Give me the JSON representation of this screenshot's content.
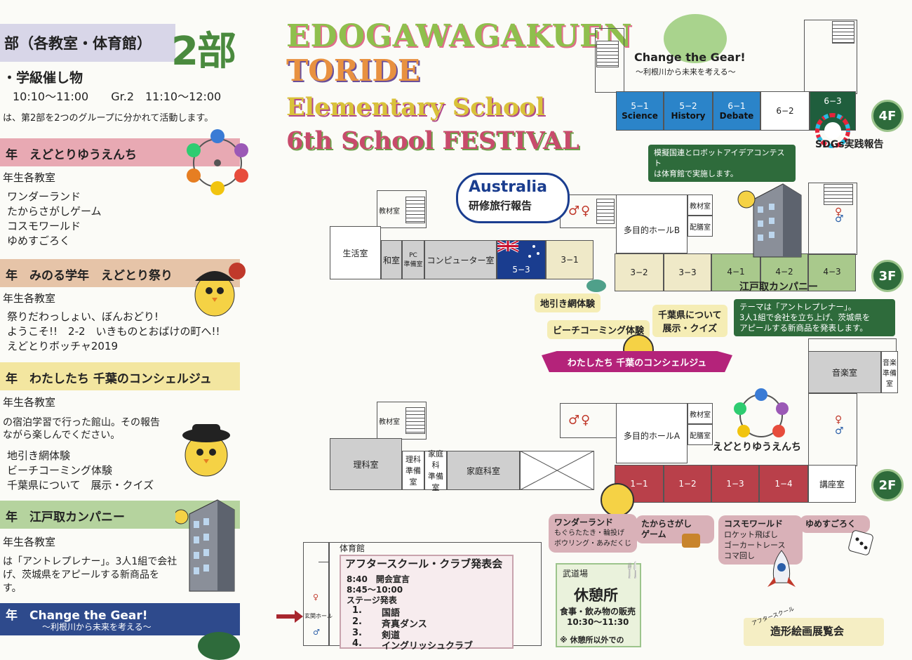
{
  "left": {
    "header_label": "部（各教室・体育館）",
    "header_big": "2部",
    "event_title": "・学級催し物",
    "times": "10:10〜11:00　　Gr.2　11:10〜12:00",
    "groups_note": "は、第2部を2つのグループに分かれて活動します。",
    "sections": [
      {
        "label": "年　えどとりゆうえんち",
        "color": "#e8a9b3",
        "room": "年生各教室",
        "lines": [
          "ワンダーランド",
          "たからさがしゲーム",
          "コスモワールド",
          "ゆめすごろく"
        ]
      },
      {
        "label": "年　みのる学年　えどとり祭り",
        "color": "#e6c4a8",
        "room": "年生各教室",
        "lines": [
          "祭りだわっしょい、ぼんおどり!",
          "ようこそ!!　2-2　いきものとおばけの町へ!!",
          "えどとりボッチャ2019"
        ]
      },
      {
        "label": "年　わたしたち 千葉のコンシェルジュ",
        "color": "#f3e6a0",
        "room": "年生各教室",
        "lines": [
          "の宿泊学習で行った館山。その報告",
          "ながら楽しんでください。",
          "地引き網体験",
          "ビーチコーミング体験",
          "千葉県について　展示・クイズ"
        ]
      },
      {
        "label": "年　江戸取カンパニー",
        "color": "#b5d39e",
        "room": "年生各教室",
        "lines": [
          "は「アントレプレナー」。3人1組で会社",
          "げ、茨城県をアピールする新商品を",
          "す。"
        ]
      },
      {
        "label": "年　Change the Gear!",
        "sub": "〜利根川から未来を考える〜",
        "color": "#2e4a8c"
      }
    ]
  },
  "title": {
    "line1": "EDOGAWAGAKUEN",
    "line2": "TORIDE",
    "line3": "Elementary School",
    "line4": "6th School FESTIVAL"
  },
  "floor4": {
    "label": "4F",
    "banner_title": "Change the Gear!",
    "banner_sub": "〜利根川から未来を考える〜",
    "rooms": [
      {
        "name": "5−1",
        "sub": "Science"
      },
      {
        "name": "5−2",
        "sub": "History"
      },
      {
        "name": "6−1",
        "sub": "Debate"
      },
      {
        "name": "6−2",
        "sub": ""
      },
      {
        "name": "6−3",
        "sub": ""
      }
    ],
    "sdgs": "SDGs実践報告",
    "note": "模擬国連とロボットアイデアコンテスト\nは体育館で実施します。"
  },
  "floor3": {
    "label": "3F",
    "australia": "Australia",
    "australia_sub": "研修旅行報告",
    "rooms": {
      "kyozai": "教材室",
      "seikatsu": "生活室",
      "washitsu": "和室",
      "pc": "PC\n準備室",
      "computer": "コンピューター室",
      "r53": "5−3",
      "r31": "3−1",
      "r32": "3−2",
      "r33": "3−3",
      "r41": "4−1",
      "r42": "4−2",
      "r43": "4−3",
      "hallB": "多目的ホールB",
      "kyozai2": "教材室",
      "haizen": "配膳室",
      "music": "音楽室",
      "music_prep": "音楽\n準備室"
    },
    "company": "江戸取カンパニー",
    "company_note": "テーマは「アントレプレナー」。\n3人1組で会社を立ち上げ、茨城県を\nアピールする新商品を発表します。",
    "jibiki": "地引き網体験",
    "chiba": "千葉県について\n展示・クイズ",
    "beach": "ビーチコーミング体験",
    "concierge": "わたしたち 千葉のコンシェルジュ"
  },
  "floor2": {
    "label": "2F",
    "rooms": {
      "kyozai": "教材室",
      "rika": "理科室",
      "rika_prep": "理科\n準備室",
      "katei_prep": "家庭科\n準備室",
      "katei": "家庭科室",
      "hallA": "多目的ホールA",
      "kyozai2": "教材室",
      "haizen": "配膳室",
      "r11": "1−1",
      "r12": "1−2",
      "r13": "1−3",
      "r14": "1−4",
      "koza": "講座室"
    },
    "yuenchi": "えどとりゆうえんち",
    "attractions": [
      {
        "title": "ワンダーランド",
        "sub": "もぐらたたき・輪投げ\nボウリング・あみだくじ"
      },
      {
        "title": "たからさがし\nゲーム",
        "sub": ""
      },
      {
        "title": "コスモワールド",
        "sub": "ロケット飛ばし\nゴーカートレース\nコマ回し"
      },
      {
        "title": "ゆめすごろく",
        "sub": ""
      }
    ]
  },
  "gym": {
    "label": "体育館",
    "title": "アフタースクール・クラブ発表会",
    "entrance": "玄関ホール",
    "schedule": [
      "8:40　開会宣言",
      "8:45〜10:00",
      "ステージ発表"
    ],
    "items": [
      {
        "num": "1.",
        "name": "国語"
      },
      {
        "num": "2.",
        "name": "斉真ダンス"
      },
      {
        "num": "3.",
        "name": "剣道"
      },
      {
        "num": "4.",
        "name": "イングリッシュクラブ"
      }
    ]
  },
  "budojo": {
    "label": "武道場",
    "title": "休憩所",
    "line1": "食事・飲み物の販売",
    "line2": "10:30〜11:30",
    "line3": "※ 休憩所以外での"
  },
  "art": {
    "tag": "アフタースクール",
    "title": "造形絵画展覧会"
  }
}
